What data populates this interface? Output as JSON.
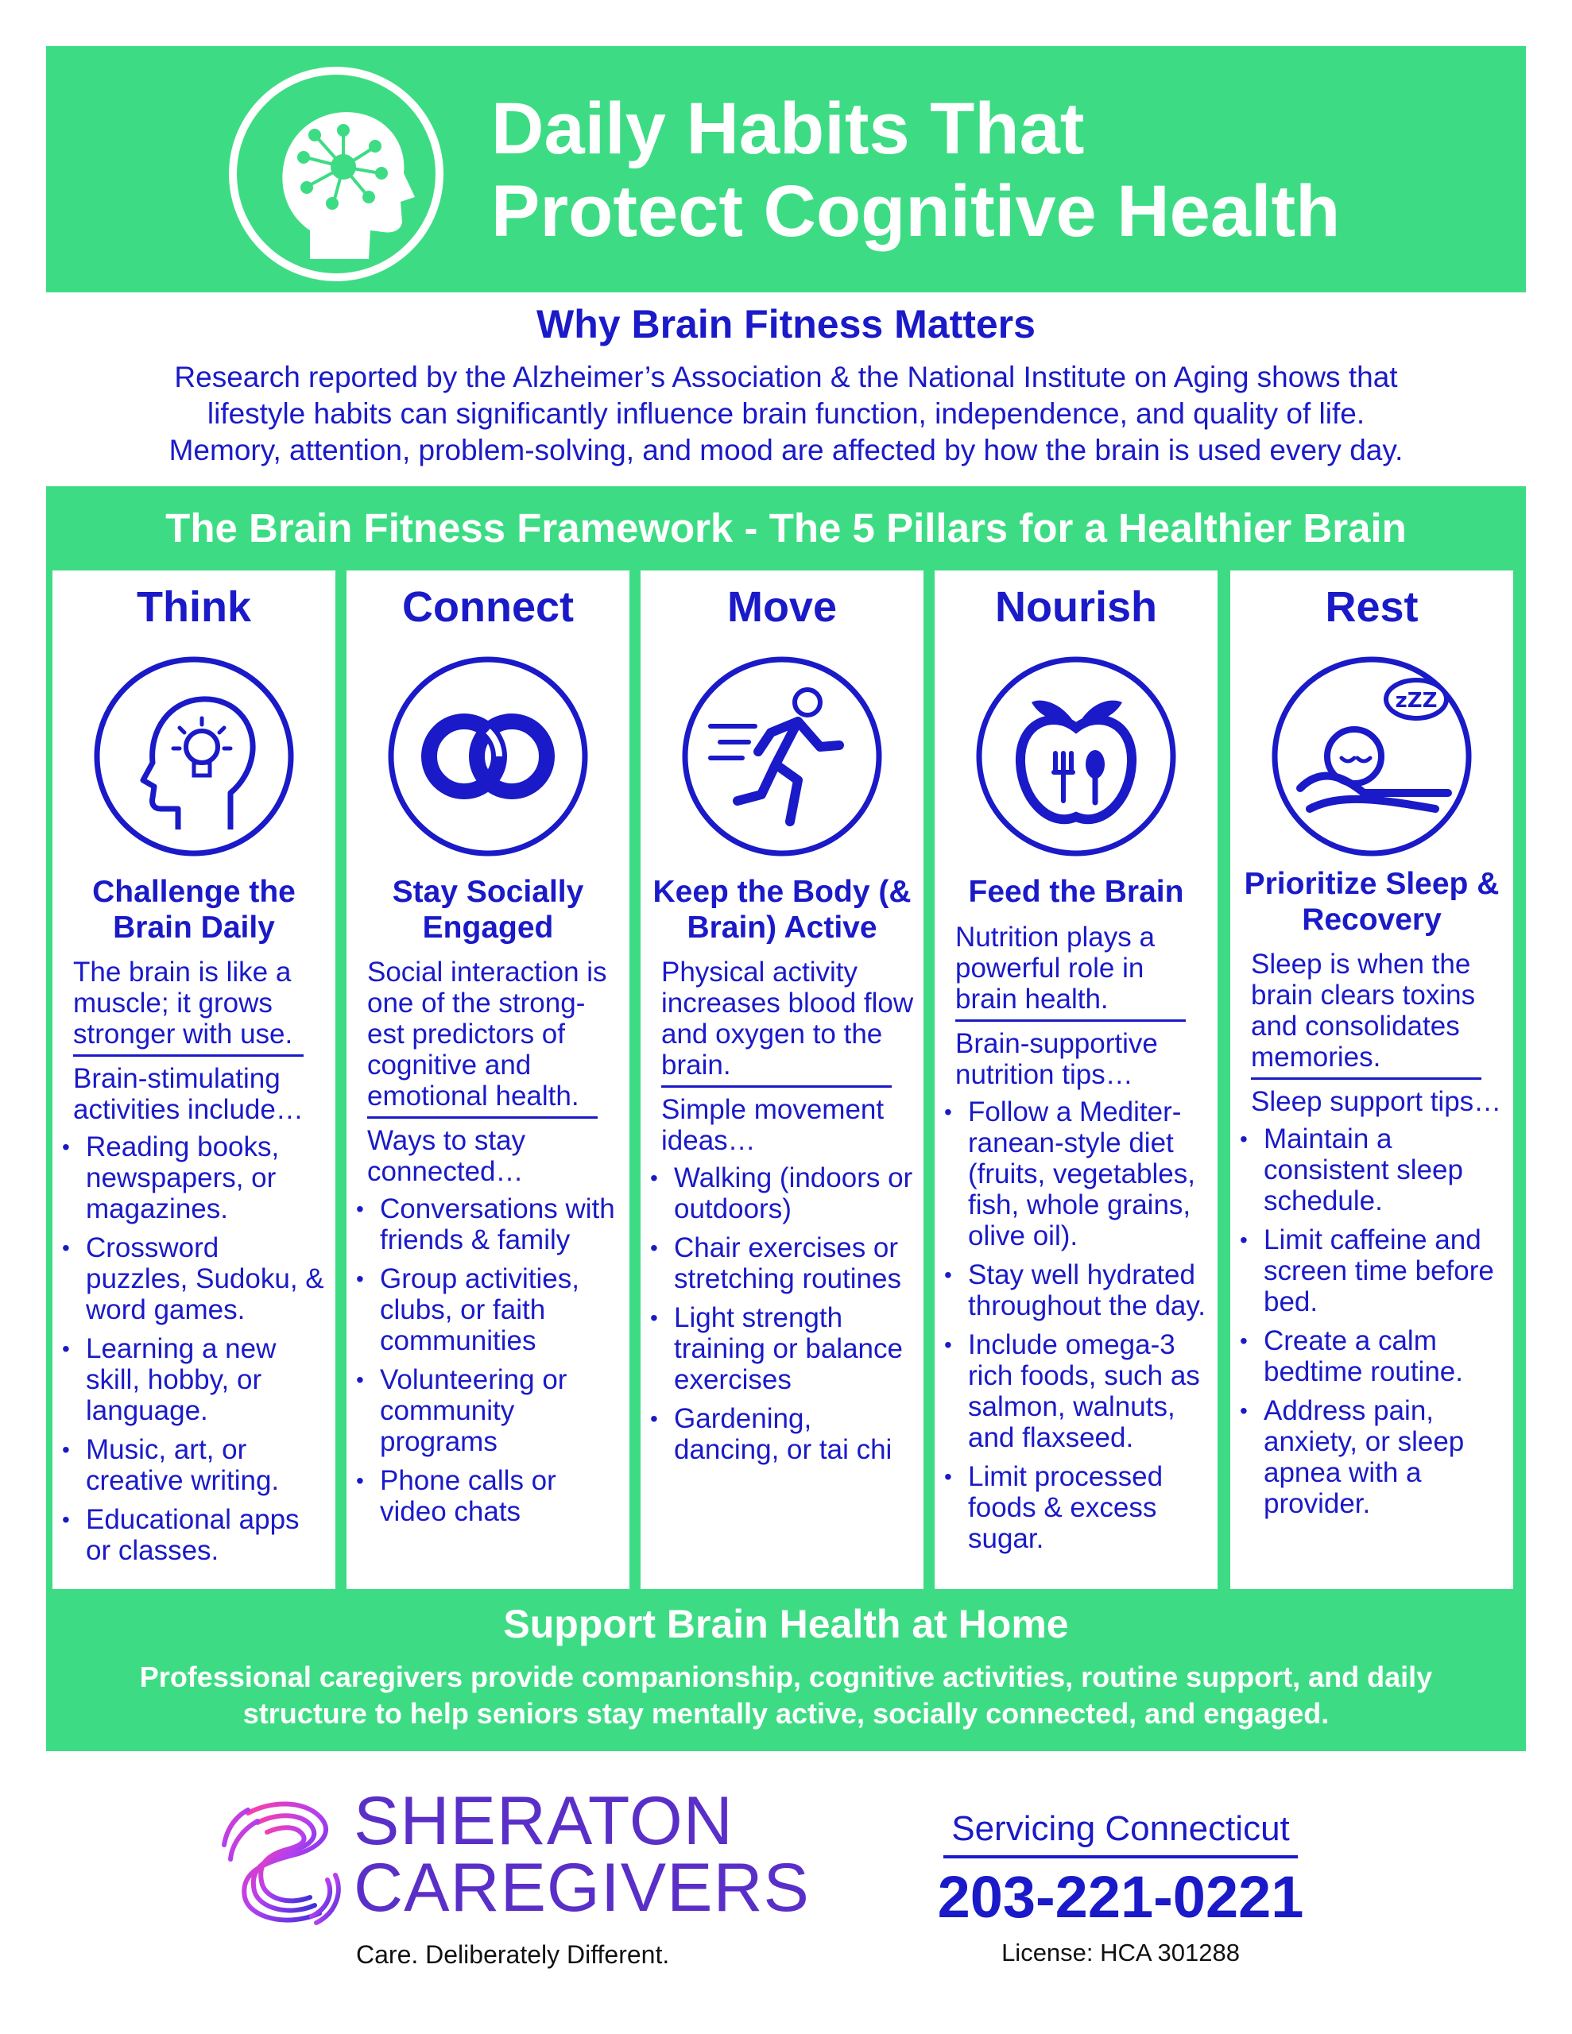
{
  "header": {
    "title_line1": "Daily Habits That",
    "title_line2": "Protect Cognitive Health",
    "icon": "brain-head-icon"
  },
  "why": {
    "title": "Why Brain Fitness Matters",
    "line1": "Research reported by the Alzheimer’s Association & the National Institute on Aging shows that",
    "line2": "lifestyle habits can significantly influence brain function, independence, and quality of life.",
    "line3": "Memory, attention, problem-solving, and mood are affected by how the brain is used every day."
  },
  "framework": {
    "title": "The Brain Fitness Framework - The 5 Pillars for a Healthier Brain",
    "pillars": [
      {
        "name": "Think",
        "icon": "lightbulb-head-icon",
        "subtitle": "Challenge the Brain Daily",
        "intro": "The brain is like a muscle; it grows stronger with use.",
        "lead": "Brain-stimulating activities include…",
        "items": [
          "Reading books, newspapers, or magazines.",
          "Crossword puzzles, Sudoku, & word games.",
          "Learning a new skill, hobby, or language.",
          "Music, art, or creative writing.",
          "Educational apps or classes."
        ]
      },
      {
        "name": "Connect",
        "icon": "linked-rings-icon",
        "subtitle": "Stay Socially Engaged",
        "intro": "Social interaction is one of the strong-est predictors of cognitive and emotional health.",
        "lead": "Ways to stay connected…",
        "items": [
          "Conversations with friends & family",
          "Group activities, clubs, or faith communities",
          "Volunteering or community programs",
          "Phone calls or video chats"
        ]
      },
      {
        "name": "Move",
        "icon": "running-person-icon",
        "subtitle": "Keep the Body (& Brain) Active",
        "intro": "Physical activity increases blood flow and oxygen to the brain.",
        "lead": "Simple movement ideas…",
        "items": [
          "Walking (indoors or outdoors)",
          "Chair exercises or stretching routines",
          "Light strength training or balance exercises",
          "Gardening, dancing, or tai chi"
        ]
      },
      {
        "name": "Nourish",
        "icon": "apple-utensils-icon",
        "subtitle": "Feed the Brain",
        "intro": "Nutrition plays a powerful role in brain health.",
        "lead": "Brain-supportive nutrition tips…",
        "items": [
          "Follow a Mediter-ranean-style diet (fruits, vegetables, fish, whole grains, olive oil).",
          "Stay well hydrated throughout the day.",
          "Include omega-3 rich foods, such as salmon, walnuts, and flaxseed.",
          "Limit processed foods & excess sugar."
        ]
      },
      {
        "name": "Rest",
        "icon": "sleeping-person-icon",
        "subtitle": "Prioritize Sleep & Recovery",
        "intro": "Sleep is when the brain clears toxins and consolidates memories.",
        "lead": "Sleep support tips…",
        "items": [
          "Maintain a consistent sleep schedule.",
          "Limit caffeine and screen time before bed.",
          "Create a calm bedtime routine.",
          "Address pain, anxiety, or sleep apnea with a provider."
        ],
        "icon_text": "zZZ"
      }
    ]
  },
  "support": {
    "title": "Support Brain Health at Home",
    "line1": "Professional caregivers provide companionship, cognitive activities, routine support, and daily",
    "line2": "structure to help seniors stay mentally active, socially connected, and engaged."
  },
  "brand": {
    "name_line1": "SHERATON",
    "name_line2": "CAREGIVERS",
    "tagline": "Care. Deliberately Different.",
    "logo_icon": "sheraton-s-logo-icon"
  },
  "contact": {
    "service": "Servicing Connecticut",
    "phone": "203-221-0221",
    "license": "License: HCA 301288"
  },
  "colors": {
    "green": "#3ddc84",
    "blue": "#1a1ac8",
    "brand_purple": "#5a2fc7",
    "white": "#ffffff"
  }
}
